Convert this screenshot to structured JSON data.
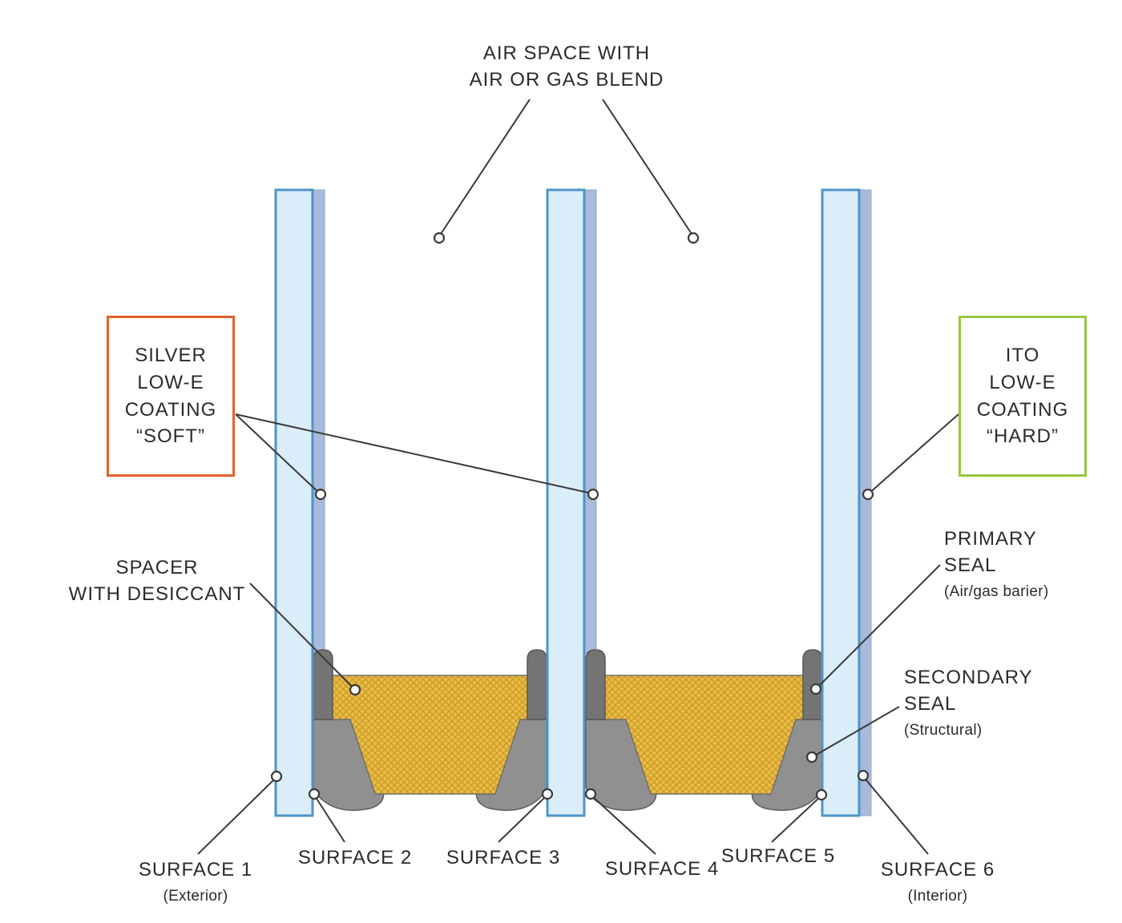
{
  "diagram": {
    "air_space": {
      "lines": [
        "AIR SPACE WITH",
        "AIR OR GAS BLEND"
      ]
    },
    "silver_coating": {
      "lines": [
        "SILVER",
        "LOW-E",
        "COATING",
        "“SOFT”"
      ]
    },
    "ito_coating": {
      "lines": [
        "ITO",
        "LOW-E",
        "COATING",
        "“HARD”"
      ]
    },
    "spacer": {
      "lines": [
        "SPACER",
        "WITH DESICCANT"
      ]
    },
    "primary_seal": {
      "lines": [
        "PRIMARY",
        "SEAL"
      ],
      "sub": "(Air/gas barier)"
    },
    "secondary_seal": {
      "lines": [
        "SECONDARY",
        "SEAL"
      ],
      "sub": "(Structural)"
    },
    "surfaces": [
      {
        "name": "SURFACE 1",
        "sub": "(Exterior)"
      },
      {
        "name": "SURFACE 2"
      },
      {
        "name": "SURFACE 3"
      },
      {
        "name": "SURFACE 4"
      },
      {
        "name": "SURFACE 5"
      },
      {
        "name": "SURFACE 6",
        "sub": "(Interior)"
      }
    ],
    "colors": {
      "glass_fill": "#daeefa",
      "glass_stroke": "#4e94c9",
      "coating_fill": "#a9bada",
      "spacer_fill": "#ecbc41",
      "spacer_hatch": "#c6992b",
      "primary_seal_gray": "#747474",
      "secondary_seal_gray": "#909090",
      "callout_line": "#3a3a3a",
      "silver_box_border": "#e2622b",
      "ito_box_border": "#97c83e",
      "text": "#2b2b2b"
    }
  }
}
